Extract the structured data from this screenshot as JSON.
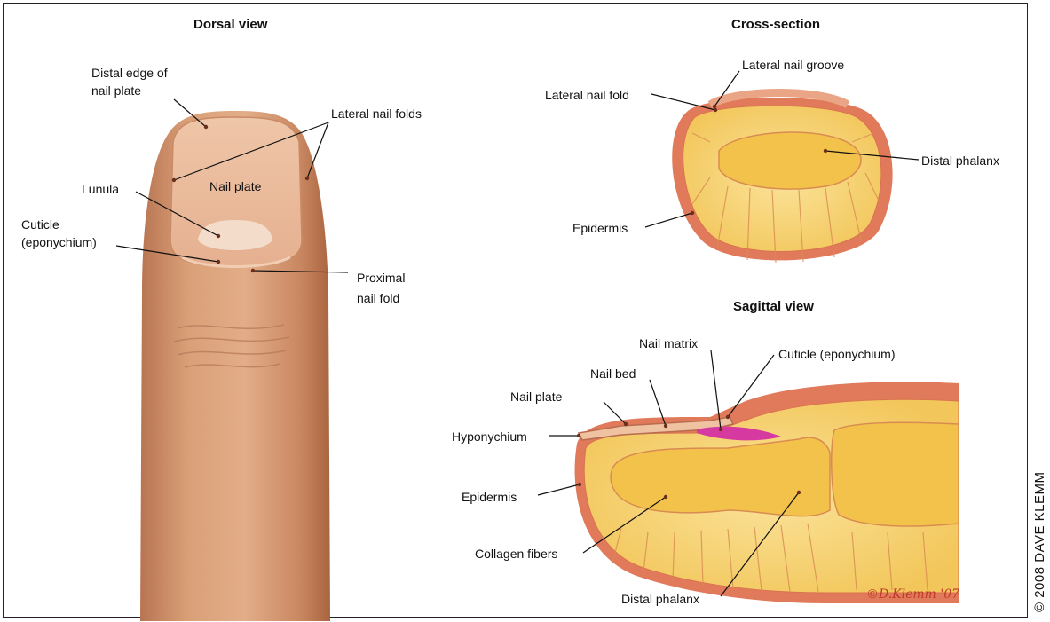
{
  "panels": {
    "dorsal": {
      "title": "Dorsal view",
      "labels": {
        "distal_edge_1": "Distal edge of",
        "distal_edge_2": "nail plate",
        "lateral_folds": "Lateral nail folds",
        "nail_plate": "Nail plate",
        "lunula": "Lunula",
        "cuticle_1": "Cuticle",
        "cuticle_2": "(eponychium)",
        "proximal_1": "Proximal",
        "proximal_2": "nail fold"
      }
    },
    "cross_section": {
      "title": "Cross-section",
      "labels": {
        "lateral_groove": "Lateral nail groove",
        "lateral_fold": "Lateral nail fold",
        "distal_phalanx": "Distal phalanx",
        "epidermis": "Epidermis"
      }
    },
    "sagittal": {
      "title": "Sagittal view",
      "labels": {
        "nail_matrix": "Nail matrix",
        "cuticle": "Cuticle (eponychium)",
        "nail_bed": "Nail bed",
        "nail_plate": "Nail plate",
        "hyponychium": "Hyponychium",
        "epidermis": "Epidermis",
        "collagen": "Collagen fibers",
        "distal_phalanx": "Distal phalanx"
      }
    }
  },
  "signature": "©D.Klemm '07",
  "copyright": "© 2008 DAVE KLEMM",
  "colors": {
    "skin": "#d9a078",
    "skin_dark": "#b87452",
    "epidermis": "#e07a5a",
    "fat": "#f7d070",
    "bone": "#f3c24a",
    "matrix": "#d63aa0"
  }
}
